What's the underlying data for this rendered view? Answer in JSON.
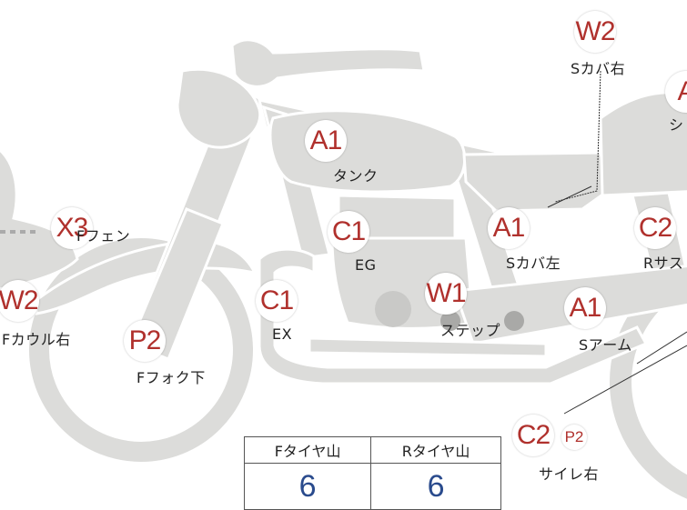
{
  "parts": [
    {
      "id": "w2-side-cover-right",
      "code": "W2",
      "label": "Sカバ右"
    },
    {
      "id": "a1-seat",
      "code": "A",
      "label": "シ"
    },
    {
      "id": "a1-tank",
      "code": "A1",
      "label": "タンク"
    },
    {
      "id": "x3-front-fender",
      "code": "X3",
      "label": "Fフェン"
    },
    {
      "id": "c1-engine",
      "code": "C1",
      "label": "EG"
    },
    {
      "id": "a1-side-cover-left",
      "code": "A1",
      "label": "Sカバ左"
    },
    {
      "id": "c2-rear-suspension",
      "code": "C2",
      "label": "Rサス"
    },
    {
      "id": "w2-front-cowl-right",
      "code": "W2",
      "label": "Fカウル右"
    },
    {
      "id": "c1-exhaust",
      "code": "C1",
      "label": "EX"
    },
    {
      "id": "w1-step",
      "code": "W1",
      "label": "ステップ"
    },
    {
      "id": "a1-swing-arm",
      "code": "A1",
      "label": "Sアーム"
    },
    {
      "id": "p2-front-fork-lower",
      "code": "P2",
      "label": "Fフォク下"
    },
    {
      "id": "c2-muffler-right",
      "code": "C2",
      "label": "サイレ右"
    }
  ],
  "extra_badge": {
    "code": "P2"
  },
  "tire_table": {
    "headers": [
      "Fタイヤ山",
      "Rタイヤ山"
    ],
    "values": [
      "6",
      "6"
    ]
  }
}
